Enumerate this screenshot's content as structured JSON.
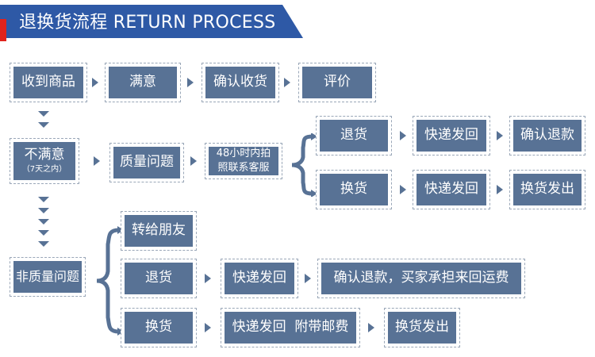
{
  "header": {
    "title": "退换货流程 RETURN PROCESS",
    "color": "#2e59a6",
    "accent": "#e0231c"
  },
  "box_color": "#587295",
  "row1": [
    "收到商品",
    "满意",
    "确认收货",
    "评价"
  ],
  "unsatisfied": {
    "label": "不满意",
    "sub": "（7天之内）"
  },
  "quality_issue": "质量问题",
  "contact": {
    "line1": "48小时内拍",
    "line2": "照联系客服"
  },
  "return_flow": [
    "退货",
    "快递发回",
    "确认退款"
  ],
  "exchange_flow": [
    "换货",
    "快递发回",
    "换货发出"
  ],
  "non_quality": "非质量问题",
  "transfer": "转给朋友",
  "nq_return_flow": [
    "退货",
    "快递发回",
    "确认退款，买家承担来回运费"
  ],
  "nq_exchange_flow": [
    "换货",
    "快递发回  附带邮费",
    "换货发出"
  ]
}
